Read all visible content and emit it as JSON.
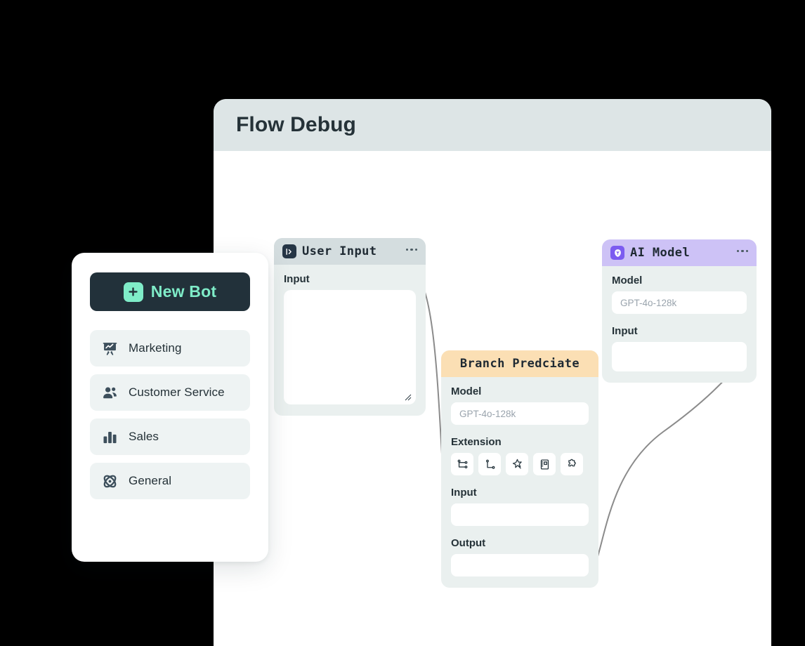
{
  "panel": {
    "title": "Flow Debug"
  },
  "nodes": [
    {
      "id": "user-input",
      "title": "User Input",
      "badge_icon": "input-arrow-icon",
      "menu_icon": "more-options-icon",
      "fields": [
        {
          "label": "Input",
          "type": "textarea",
          "value": "",
          "placeholder": ""
        }
      ]
    },
    {
      "id": "branch-predicate",
      "title": "Branch Predciate",
      "badge_icon": "",
      "menu_icon": "",
      "fields": [
        {
          "label": "Model",
          "type": "input",
          "value": "",
          "placeholder": "GPT-4o-128k"
        },
        {
          "label": "Extension",
          "type": "icons",
          "value": "",
          "placeholder": ""
        },
        {
          "label": "Input",
          "type": "input",
          "value": "",
          "placeholder": ""
        },
        {
          "label": "Output",
          "type": "input",
          "value": "",
          "placeholder": ""
        }
      ],
      "extensions": [
        "workflow-branch-icon",
        "node-path-icon",
        "magic-wand-icon",
        "notebook-icon",
        "puzzle-piece-icon"
      ]
    },
    {
      "id": "ai-model",
      "title": "AI Model",
      "badge_icon": "ai-robot-icon",
      "menu_icon": "more-options-icon",
      "fields": [
        {
          "label": "Model",
          "type": "input",
          "value": "",
          "placeholder": "GPT-4o-128k"
        },
        {
          "label": "Input",
          "type": "input",
          "value": "",
          "placeholder": ""
        }
      ]
    }
  ],
  "sidebar": {
    "new_bot": {
      "label": "New Bot",
      "icon": "plus-icon"
    },
    "items": [
      {
        "label": "Marketing",
        "icon": "presentation-chart-icon"
      },
      {
        "label": "Customer Service",
        "icon": "users-icon"
      },
      {
        "label": "Sales",
        "icon": "bar-chart-icon"
      },
      {
        "label": "General",
        "icon": "atom-icon"
      }
    ]
  },
  "colors": {
    "page_background": "#000000",
    "panel_background": "#ffffff",
    "panel_header": "#dde5e6",
    "node_body": "#eaf0ef",
    "header_slate": "#d4dddf",
    "header_purple": "#cdc2f6",
    "header_amber": "#fbdfb4",
    "accent_mint": "#7fecc8",
    "dark_slate": "#22313a",
    "wire": "#8b8b8b"
  }
}
